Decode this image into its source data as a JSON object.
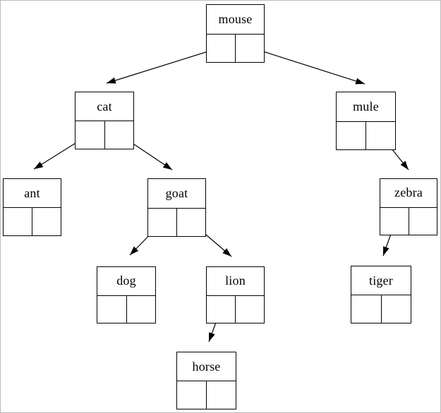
{
  "diagram": {
    "type": "binary-tree",
    "nodes": {
      "mouse": {
        "label": "mouse"
      },
      "cat": {
        "label": "cat"
      },
      "mule": {
        "label": "mule"
      },
      "ant": {
        "label": "ant"
      },
      "goat": {
        "label": "goat"
      },
      "zebra": {
        "label": "zebra"
      },
      "dog": {
        "label": "dog"
      },
      "lion": {
        "label": "lion"
      },
      "tiger": {
        "label": "tiger"
      },
      "horse": {
        "label": "horse"
      }
    },
    "edges": [
      {
        "from": "mouse",
        "pointer": "left",
        "to": "cat"
      },
      {
        "from": "mouse",
        "pointer": "right",
        "to": "mule"
      },
      {
        "from": "cat",
        "pointer": "left",
        "to": "ant"
      },
      {
        "from": "cat",
        "pointer": "right",
        "to": "goat"
      },
      {
        "from": "goat",
        "pointer": "left",
        "to": "dog"
      },
      {
        "from": "goat",
        "pointer": "right",
        "to": "lion"
      },
      {
        "from": "lion",
        "pointer": "left",
        "to": "horse"
      },
      {
        "from": "mule",
        "pointer": "right",
        "to": "zebra"
      },
      {
        "from": "zebra",
        "pointer": "left",
        "to": "tiger"
      }
    ],
    "colors": {
      "line": "#000000",
      "background": "#ffffff",
      "frame_border": "#bcbcbc"
    }
  }
}
